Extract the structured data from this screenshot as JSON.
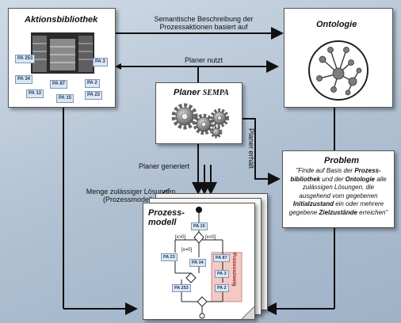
{
  "boxes": {
    "library": {
      "title": "Aktionsbibliothek",
      "items": [
        "PA 253",
        "PA 3",
        "PA 34",
        "PA 87",
        "PA 2",
        "PA 13",
        "PA 15",
        "PA 23"
      ]
    },
    "ontology": {
      "title": "Ontologie"
    },
    "planner": {
      "title_main": "Planer ",
      "title_name": "SEMPA"
    },
    "problem": {
      "title": "Problem",
      "text_parts": [
        "\"Finde auf Basis der ",
        "Prozess-bibliothek",
        " und der ",
        "Ontologie",
        " alle zulässigen Lösungen, die ausgehend vom gegebenen ",
        "Initialzustand",
        " ein oder mehrere gegebene ",
        "Zielzustände",
        " erreichen\""
      ]
    },
    "process": {
      "title_line1": "Prozess-",
      "title_line2": "modell",
      "nodes": [
        "PA 15",
        "PA 23",
        "PA 34",
        "PA 87",
        "PA 3",
        "PA 2",
        "PA 253"
      ],
      "conditions": [
        "[x>0]",
        "[x<0]",
        "[x=0]"
      ],
      "branch_label": "Prozesszweig"
    }
  },
  "arrows": {
    "semantic_line1": "Semantische Beschreibung der",
    "semantic_line2": "Prozessaktionen basiert auf",
    "uses": "Planer nutzt",
    "receives": "Planer erhält",
    "generates": "Planer generiert"
  },
  "annotation": {
    "line1": "Menge zulässiger Lösungen",
    "line2": "(Prozessmodelle)"
  }
}
